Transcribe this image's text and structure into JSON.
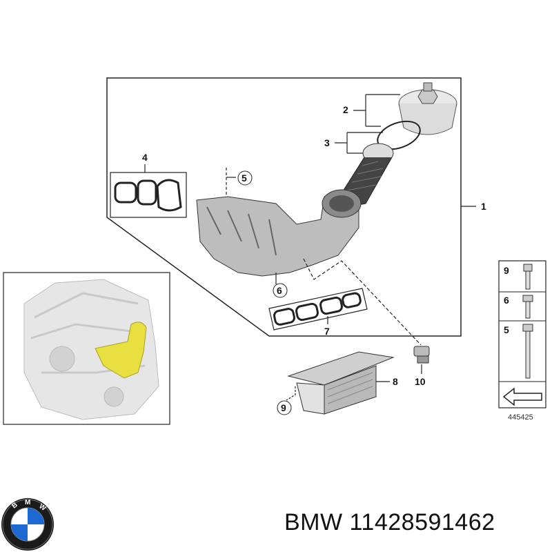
{
  "callouts": {
    "c1": "1",
    "c2": "2",
    "c3": "3",
    "c4": "4",
    "c5": "5",
    "c6": "6",
    "c7": "7",
    "c8": "8",
    "c9": "9",
    "c10": "10"
  },
  "hardware_panel": {
    "items": [
      {
        "label": "9",
        "name": "short-bolt"
      },
      {
        "label": "6",
        "name": "medium-bolt"
      },
      {
        "label": "5",
        "name": "long-bolt"
      }
    ],
    "diagram_number": "445425"
  },
  "caption": {
    "brand": "BMW",
    "part_number": "11428591462"
  },
  "colors": {
    "highlight": "#e8e040",
    "line": "#222222",
    "engine_gray": "#d9d9d9"
  },
  "icons": [
    "bmw-logo-icon",
    "direction-arrow-icon"
  ]
}
